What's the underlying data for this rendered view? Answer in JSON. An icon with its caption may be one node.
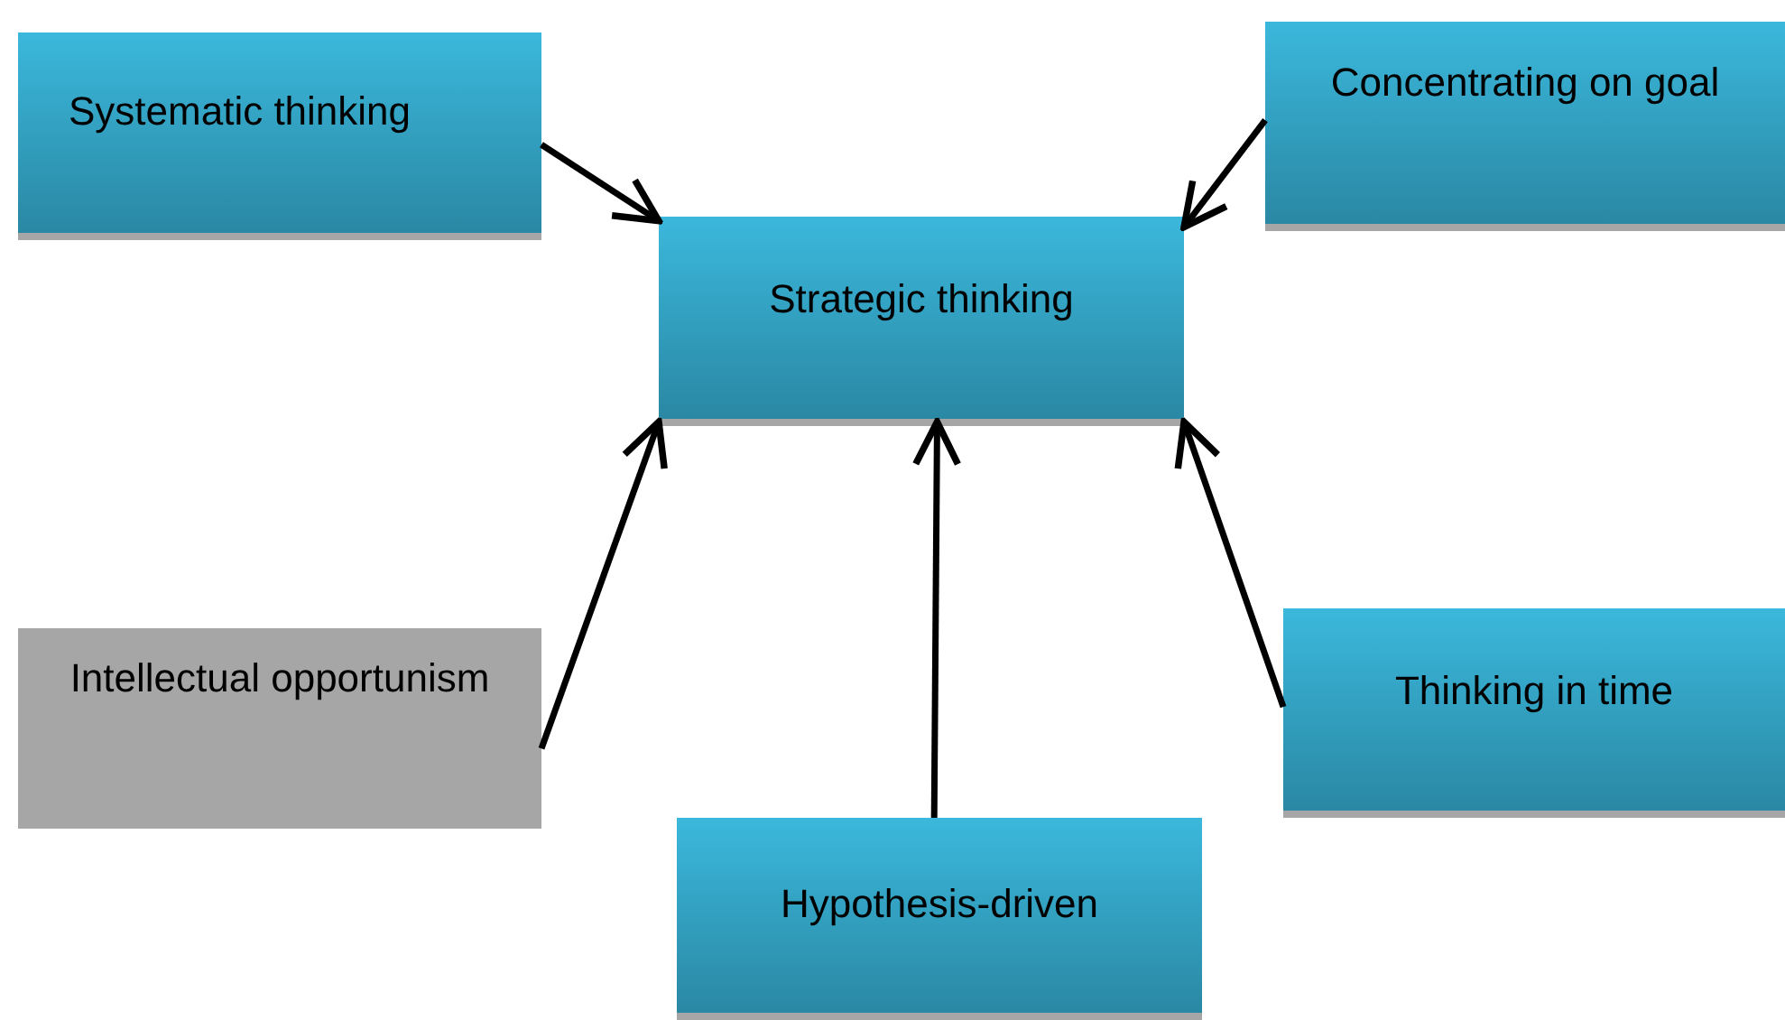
{
  "diagram": {
    "nodes": [
      {
        "text": [
          "Strategic thinking"
        ]
      },
      {
        "text": [
          "Systematic thinking"
        ]
      },
      {
        "text": [
          "Concentrating on goal"
        ]
      },
      {
        "text": [
          "Intellectual opportunism"
        ]
      },
      {
        "text": [
          "Hypothesis-driven"
        ]
      },
      {
        "text": [
          "Thinking in time"
        ]
      }
    ],
    "edges": [
      {
        "from": 1,
        "to": 0,
        "arrow": "to"
      },
      {
        "from": 2,
        "to": 0,
        "arrow": "to"
      },
      {
        "from": 3,
        "to": 0,
        "arrow": "to"
      },
      {
        "from": 4,
        "to": 0,
        "arrow": "to"
      },
      {
        "from": 5,
        "to": 0,
        "arrow": "to"
      }
    ]
  }
}
